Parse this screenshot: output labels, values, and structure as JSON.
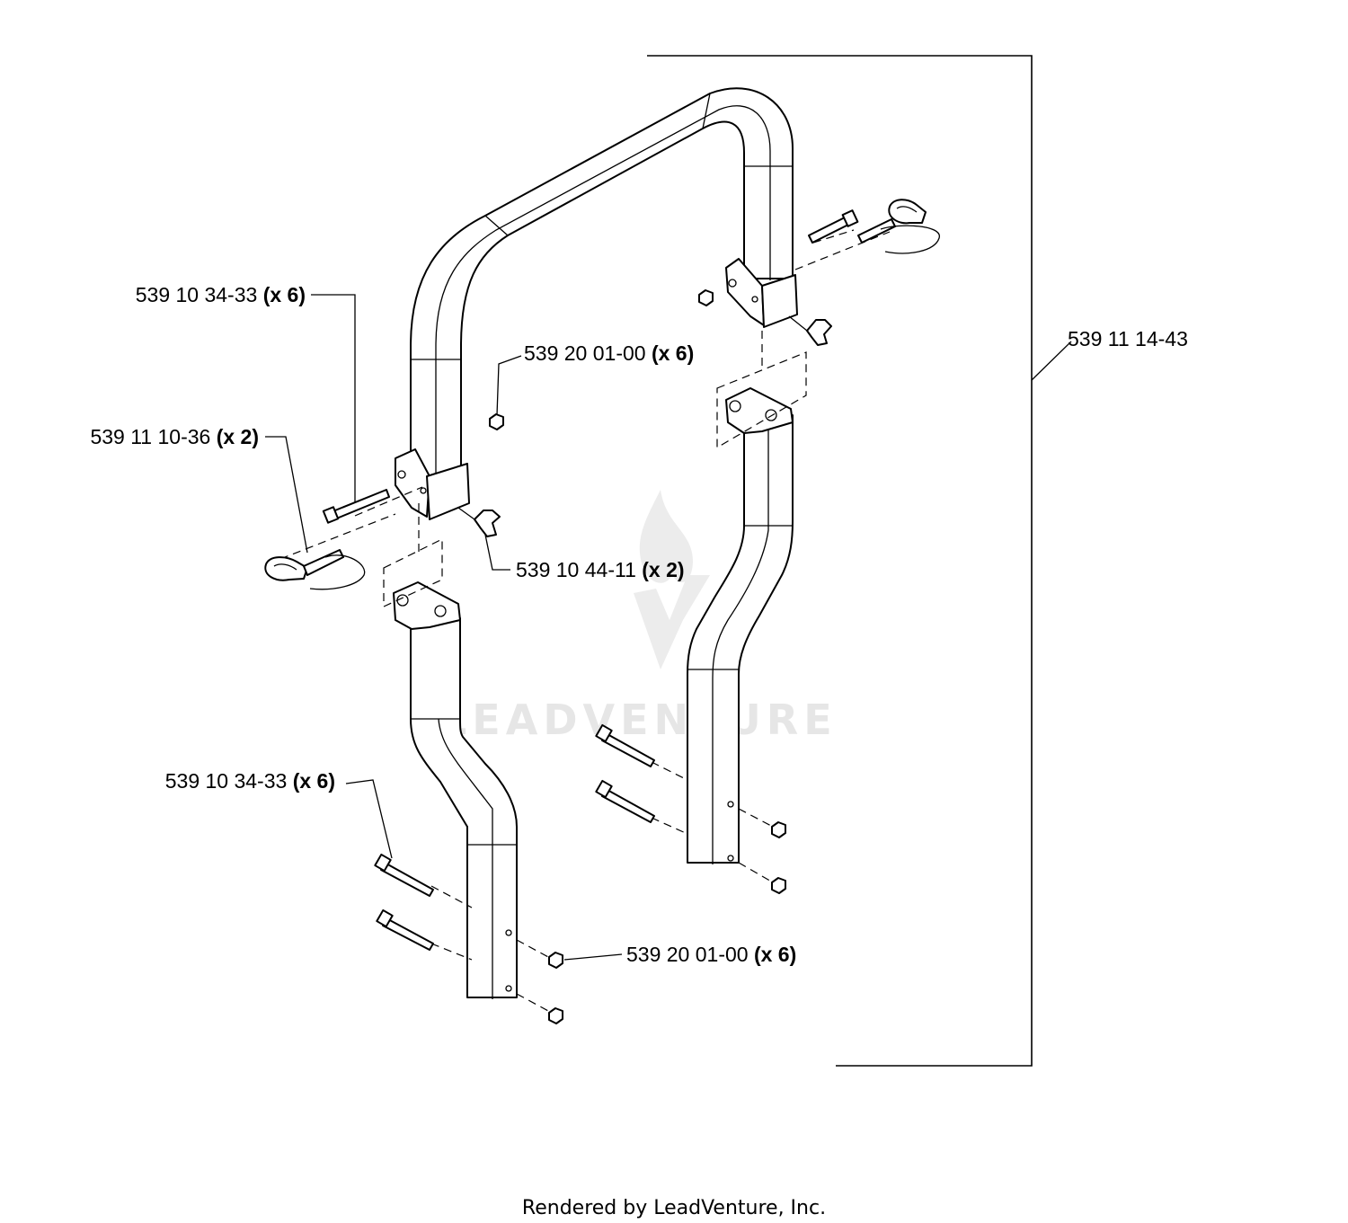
{
  "callouts": {
    "bolt_upper": {
      "part": "539 10 34-33",
      "qty": "(x 6)"
    },
    "nut_upper": {
      "part": "539 20 01-00",
      "qty": "(x 6)"
    },
    "pin": {
      "part": "539 11 10-36",
      "qty": "(x 2)"
    },
    "knob": {
      "part": "539 10 44-11",
      "qty": "(x 2)"
    },
    "assembly": {
      "part": "539 11 14-43",
      "qty": ""
    },
    "bolt_lower": {
      "part": "539 10 34-33",
      "qty": "(x 6)"
    },
    "nut_lower": {
      "part": "539 20 01-00",
      "qty": "(x 6)"
    }
  },
  "watermark": "LEADVENTURE",
  "footer": "Rendered by LeadVenture, Inc."
}
